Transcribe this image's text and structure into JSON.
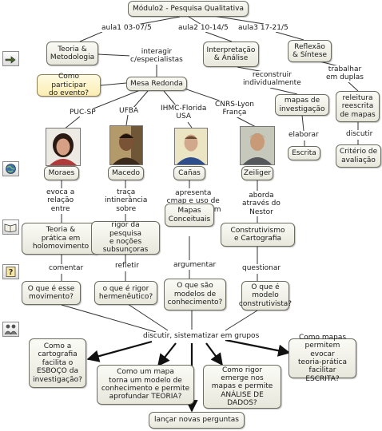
{
  "diagram": {
    "nodes": {
      "root": "Módulo2 - Pesquisa Qualitativa",
      "teoria": "Teoria &\nMetodologia",
      "interpretacao": "Interpretação\n& Análise",
      "reflexao": "Reflexão\n& Síntese",
      "como_participar": "Como participar\ndo evento?",
      "mesa": "Mesa Redonda",
      "mapas_inv": "mapas de\ninvestigação",
      "releitura": "releitura\nreescrita\nde mapas",
      "escrita": "Escrita",
      "criterio": "Critério de\navaliação",
      "moraes": "Moraes",
      "macedo": "Macedo",
      "canas": "Cañas",
      "zeiliger": "Zeiliger",
      "teoria_pratica": "Teoria &\nprática em\nholomovimento",
      "rigor_pesquisa": "rigor da pesquisa\ne noções\nsubsunçoras",
      "mapas_conceituais": "Mapas\nConceituais",
      "construtivismo": "Construtivismo\ne Cartografia",
      "q_movimento": "O que é esse\nmovimento?",
      "q_rigor": "o que é rigor\nhermenêutico?",
      "q_modelos": "O que são\nmodelos de\nconhecimento?",
      "q_construtivista": "O que é\nmodelo\nconstrutivista?",
      "q_cartografia": "Como a\ncartografia\nfacilita o\nESBOÇO da\ninvestigação?",
      "q_mapa_modelo": "Como um mapa\ntorna um modelo de\nconhecimento e permite\naprofundar TEORIA?",
      "q_rigor_mapas": "Como rigor\nemerge nos\nmapas e permite\nANÁLISE DE DADOS?",
      "q_mapas_evocar": "Como mapas\npermitem evocar\nteoria-prática\nfacilitar ESCRITA?",
      "novas_perguntas": "lançar novas perguntas"
    },
    "labels": {
      "aula1": "aula1 03-07/5",
      "aula2": "aula2  10-14/5",
      "aula3": "aula3 17-21/5",
      "interagir": "interagir\nc/especialistas",
      "reconstruir": "reconstruir\nindividualmente",
      "trabalhar": "trabalhar\nem duplas",
      "elaborar": "elaborar",
      "discutir_r": "discutir",
      "puc": "PUC-SP",
      "ufba": "UFBA",
      "ihmc": "IHMC-Florida\nUSA",
      "cnrs": "CNRS-Lyon\nFrança",
      "evoca": "evoca a\nrelação\nentre",
      "traca": "traça\nintinerância\nsobre",
      "apresenta": "apresenta\ncmap e uso de\naplicações com",
      "aborda": "aborda\natravés do\nNestor",
      "comentar": "comentar",
      "refletir": "refletir",
      "argumentar": "argumentar",
      "questionar": "questionar",
      "discutir_grupos": "discutir, sistematizar em grupos"
    },
    "side_icons": [
      "hand-arrow-icon",
      "globe-icon",
      "books-icon",
      "question-note-icon",
      "people-icon"
    ]
  }
}
